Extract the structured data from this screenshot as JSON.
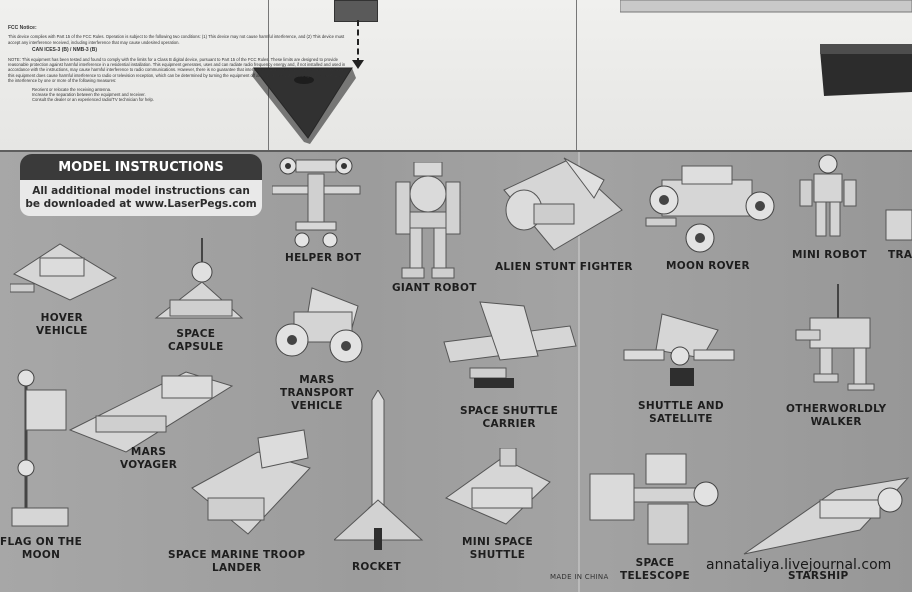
{
  "notice": {
    "title": "FCC Notice:",
    "body1": "This device complies with Part 15 of the FCC Rules. Operation is subject to the following two conditions: (1) This device may not cause harmful interference, and (2) This device must accept any interference received, including interference that may cause undesired operation.",
    "ices": "CAN ICES-3 (B) / NMB-3 (B)",
    "body2": "NOTE: This equipment has been tested and found to comply with the limits for a Class B digital device, pursuant to Part 15 of the FCC Rules. These limits are designed to provide reasonable protection against harmful interference in a residential installation. This equipment generates, uses and can radiate radio frequency energy and, if not installed and used in accordance with the instructions, may cause harmful interference to radio communications. However, there is no guarantee that interference will not occur in a particular installation. If this equipment does cause harmful interference to radio or television reception, which can be determined by turning the equipment off and on, the user is encouraged to try to correct the interference by one or more of the following measures:",
    "m1": "Reorient or relocate the receiving antenna.",
    "m2": "Increase the separation between the equipment and receiver.",
    "m3": "Consult the dealer or an experienced radio/TV technician for help."
  },
  "banner": {
    "title": "MODEL INSTRUCTIONS",
    "line1": "All additional model instructions can",
    "line2": "be downloaded at www.LaserPegs.com"
  },
  "models": {
    "helper_bot": "HELPER BOT",
    "giant_robot": "GIANT ROBOT",
    "alien_stunt_fighter": "ALIEN STUNT FIGHTER",
    "moon_rover": "MOON ROVER",
    "mini_robot": "MINI ROBOT",
    "cut_tra": "TRA",
    "hover_1": "HOVER",
    "hover_2": "VEHICLE",
    "capsule_1": "SPACE",
    "capsule_2": "CAPSULE",
    "mars_transport_1": "MARS",
    "mars_transport_2": "TRANSPORT",
    "mars_transport_3": "VEHICLE",
    "shuttle_carrier_1": "SPACE SHUTTLE",
    "shuttle_carrier_2": "CARRIER",
    "shuttle_sat_1": "SHUTTLE AND",
    "shuttle_sat_2": "SATELLITE",
    "otherworldly_1": "OTHERWORLDLY",
    "otherworldly_2": "WALKER",
    "mars_voyager_1": "MARS",
    "mars_voyager_2": "VOYAGER",
    "flag_1": "FLAG ON THE",
    "flag_2": "MOON",
    "troop_1": "SPACE MARINE TROOP",
    "troop_2": "LANDER",
    "rocket": "ROCKET",
    "mini_shuttle_1": "MINI SPACE",
    "mini_shuttle_2": "SHUTTLE",
    "telescope_1": "SPACE",
    "telescope_2": "TELESCOPE",
    "starship": "STARSHIP"
  },
  "made_in": "MADE IN CHINA",
  "watermark": "annataliya.livejournal.com"
}
